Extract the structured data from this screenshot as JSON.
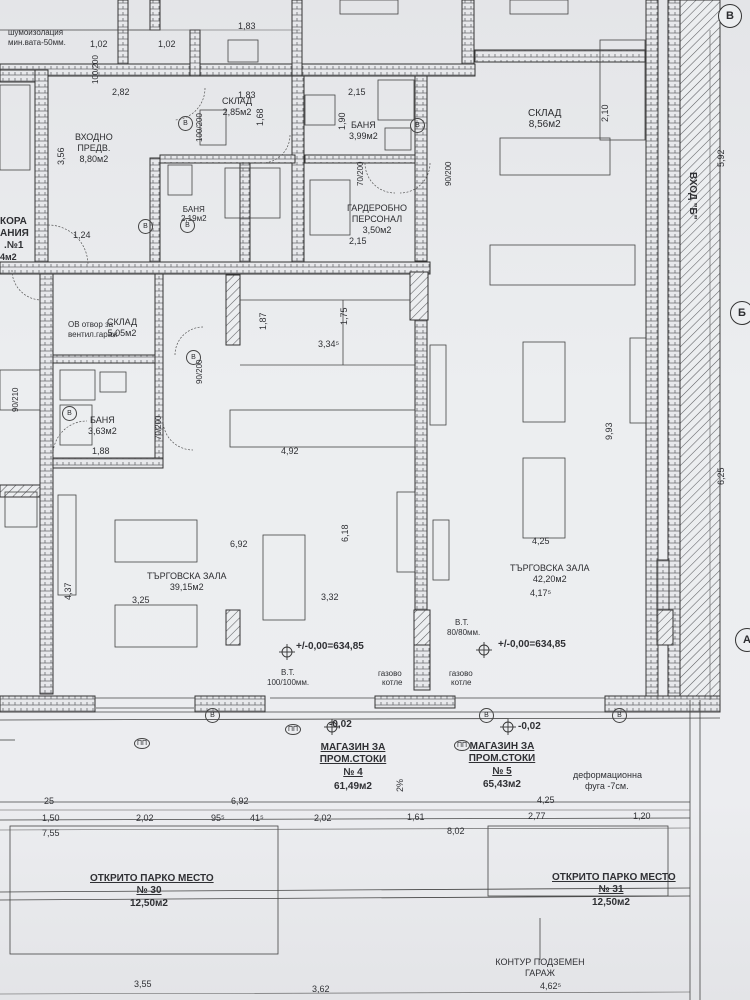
{
  "axes": {
    "top_right": "В",
    "right_middle": "Б",
    "right_lower": "А"
  },
  "notes": {
    "insulation_1": "шумоизолация",
    "insulation_2": "мин.вата-50мм."
  },
  "rooms": {
    "entry": {
      "name_1": "ВХОДНО",
      "name_2": "ПРЕДВ.",
      "area": "8,80м2"
    },
    "storage_small": {
      "name": "СКЛАД",
      "area": "2,85м2"
    },
    "bath_staff": {
      "name": "БАНЯ",
      "area": "3,99м2"
    },
    "storage_big": {
      "name": "СКЛАД",
      "area": "8,56м2"
    },
    "bath_small": {
      "name": "БАНЯ",
      "area": "2,19м2"
    },
    "wardrobe": {
      "name_1": "ГАРДЕРОБНО",
      "name_2": "ПЕРСОНАЛ",
      "area": "3,50м2"
    },
    "storage_mid": {
      "name": "СКЛАД",
      "area": "5,05м2"
    },
    "bath_left": {
      "name": "БАНЯ",
      "area": "3,63м2"
    },
    "hall_left": {
      "name": "ТЪРГОВСКА ЗАЛА",
      "area": "39,15м2"
    },
    "hall_right": {
      "name": "ТЪРГОВСКА ЗАЛА",
      "area": "42,20м2"
    },
    "left_cut_1": "КОРА",
    "left_cut_2": "АНИЯ",
    "left_cut_3": ".№1",
    "left_cut_4": "4м2"
  },
  "vent_note_1": "ОВ отвор за",
  "vent_note_2": "вентил.гараж",
  "entrance_b": "ВХОД \"Б\"",
  "level_1": "+/-0,00=634,85",
  "level_2": "+/-0,00=634,85",
  "vt_1": "В.Т.",
  "vt_1_size": "100/100мм.",
  "vt_2": "В.Т.",
  "vt_2_size": "80/80мм.",
  "gas_1a": "газово",
  "gas_1b": "котле",
  "gas_2a": "газово",
  "gas_2b": "котле",
  "shop4": {
    "l1": "МАГАЗИН ЗА",
    "l2": "ПРОМ.СТОКИ",
    "l3": "№ 4",
    "area": "61,49м2"
  },
  "shop5": {
    "l1": "МАГАЗИН ЗА",
    "l2": "ПРОМ.СТОКИ",
    "l3": "№ 5",
    "area": "65,43м2"
  },
  "slope": "2%",
  "expansion_1": "деформационна",
  "expansion_2": "фуга -7см.",
  "parking30": {
    "l1": "ОТКРИТО ПАРКО МЕСТО",
    "l2": "№ 30",
    "area": "12,50м2"
  },
  "parking31": {
    "l1": "ОТКРИТО ПАРКО МЕСТО",
    "l2": "№ 31",
    "area": "12,50м2"
  },
  "garage_1": "КОНТУР ПОДЗЕМЕН",
  "garage_2": "ГАРАЖ",
  "pp_label": "ПП",
  "dims": {
    "d183a": "1,83",
    "d183b": "1,83",
    "d102a": "1,02",
    "d102b": "1,02",
    "d282": "2,82",
    "d215a": "2,15",
    "d356": "3,56",
    "d168": "1,68",
    "d190": "1,90",
    "d215b": "2,15",
    "d124": "1,24",
    "d187": "1,87",
    "d175": "1,75",
    "d334": "3,34⁵",
    "d492": "4,92",
    "d618": "6,18",
    "d692": "6,92",
    "d332": "3,32",
    "d325": "3,25",
    "d188": "1,88",
    "d993": "9,93",
    "d425": "4,25",
    "d417": "4,17⁵",
    "d625": "6,25",
    "d592": "5,92",
    "d210": "2,10",
    "d25": "25",
    "d692b": "6,92",
    "d425b": "4,25",
    "d150": "1,50",
    "d202a": "2,02",
    "d202b": "2,02",
    "d955": "95⁵",
    "d415": "41⁵",
    "d161": "1,61",
    "d277": "2,77",
    "d120": "1,20",
    "d755": "7,55",
    "d802": "8,02",
    "d355": "3,55",
    "d362": "3,62",
    "d462": "4,62⁵",
    "d002a": "-0,02",
    "d002b": "-0,02",
    "d437": "4,37"
  },
  "door_tags": {
    "b": "В"
  },
  "door_sizes": {
    "d100_200": "100/200",
    "d90_200": "90/200",
    "d70_200": "70/200",
    "d90_210": "90/210"
  },
  "colors": {
    "line": "#3a3b3f",
    "hatch": "#6d6e72",
    "paper": "#eceef0"
  }
}
